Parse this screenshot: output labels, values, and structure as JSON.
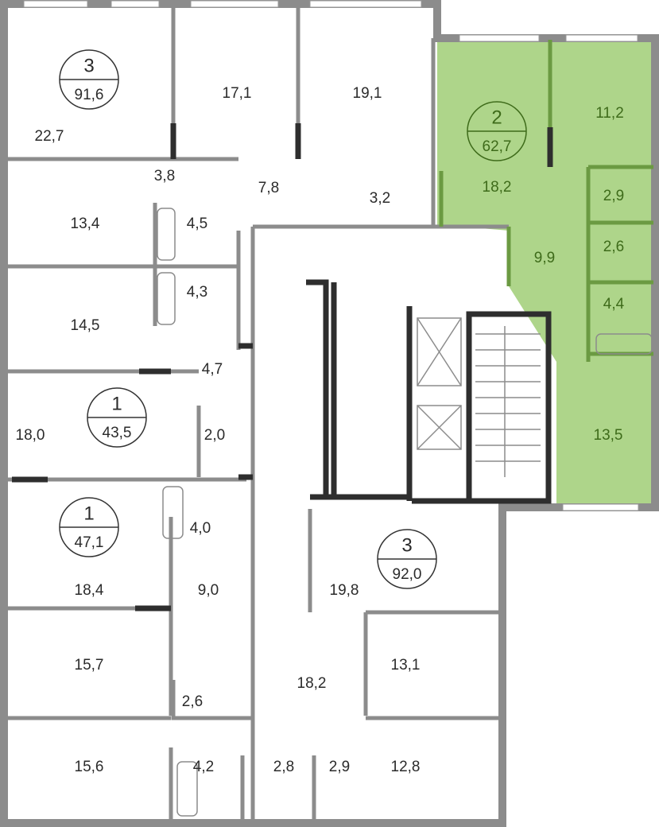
{
  "plan": {
    "highlight_color": "#aed58a",
    "highlight_text_color": "#3e6b1a",
    "apartments": [
      {
        "rooms": "3",
        "area": "91,6"
      },
      {
        "rooms": "2",
        "area": "62,7"
      },
      {
        "rooms": "1",
        "area": "43,5"
      },
      {
        "rooms": "1",
        "area": "47,1"
      },
      {
        "rooms": "3",
        "area": "92,0"
      }
    ],
    "room_areas": [
      "22,7",
      "17,1",
      "19,1",
      "3,8",
      "7,8",
      "3,2",
      "18,2",
      "11,2",
      "2,9",
      "13,4",
      "4,5",
      "2,6",
      "9,9",
      "14,5",
      "4,3",
      "4,4",
      "4,7",
      "18,0",
      "2,0",
      "13,5",
      "4,0",
      "18,4",
      "9,0",
      "19,8",
      "15,7",
      "13,1",
      "18,2",
      "2,6",
      "15,6",
      "4,2",
      "2,8",
      "2,9",
      "12,8"
    ]
  }
}
